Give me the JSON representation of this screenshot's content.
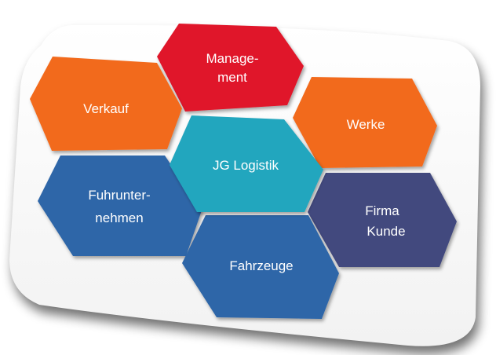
{
  "diagram": {
    "center": {
      "label": "JG Logistik",
      "color": "#20A6BE"
    },
    "nodes": [
      {
        "id": "management",
        "lines": [
          "Manage-",
          "ment"
        ],
        "color": "#E0182A"
      },
      {
        "id": "verkauf",
        "lines": [
          "Verkauf"
        ],
        "color": "#F26B1D"
      },
      {
        "id": "werke",
        "lines": [
          "Werke"
        ],
        "color": "#F26B1D"
      },
      {
        "id": "fuhrunternehmen",
        "lines": [
          "Fuhrunter-",
          "nehmen"
        ],
        "color": "#2F66A8"
      },
      {
        "id": "firma-kunde",
        "lines": [
          "Firma",
          "Kunde"
        ],
        "color": "#424A7E"
      },
      {
        "id": "fahrzeuge",
        "lines": [
          "Fahrzeuge"
        ],
        "color": "#2F66A8"
      }
    ]
  }
}
